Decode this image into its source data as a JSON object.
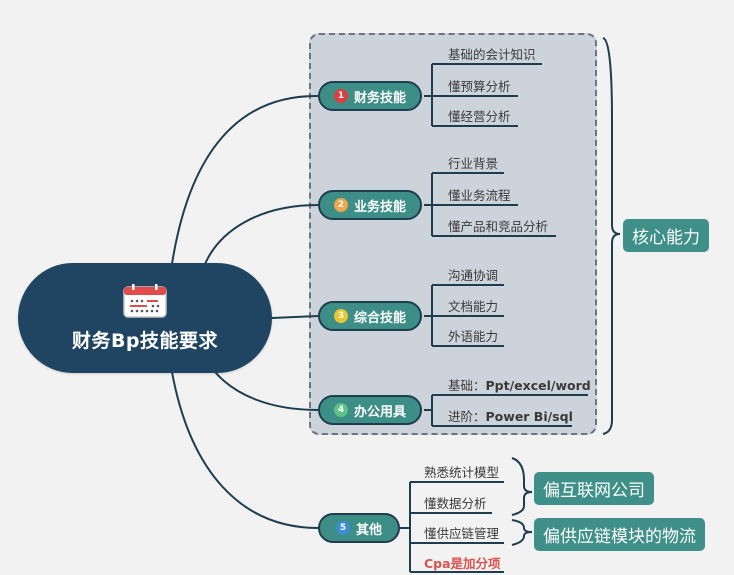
{
  "root": {
    "title": "财务Bp技能要求",
    "icon": "calendar-icon"
  },
  "group_box": {
    "label": "核心能力"
  },
  "branches": [
    {
      "number": "1",
      "label": "财务技能",
      "badge_color": "#e03e3e",
      "leaves": [
        "基础的会计知识",
        "懂预算分析",
        "懂经营分析"
      ]
    },
    {
      "number": "2",
      "label": "业务技能",
      "badge_color": "#f0a64b",
      "leaves": [
        "行业背景",
        "懂业务流程",
        "懂产品和竞品分析"
      ]
    },
    {
      "number": "3",
      "label": "综合技能",
      "badge_color": "#e8c62e",
      "leaves": [
        "沟通协调",
        "文档能力",
        "外语能力"
      ]
    },
    {
      "number": "4",
      "label": "办公用具",
      "badge_color": "#5fc28a",
      "leaves": [
        {
          "prefix": "基础：",
          "value": "Ppt/excel/word"
        },
        {
          "prefix": "进阶：",
          "value": "Power Bi/sql"
        }
      ]
    },
    {
      "number": "5",
      "label": "其他",
      "badge_color": "#3b8fd0",
      "leaves": [
        "熟悉统计模型",
        "懂数据分析",
        "懂供应链管理",
        "Cpa是加分项"
      ]
    }
  ],
  "summaries": [
    {
      "label": "核心能力",
      "covers": "branches 1-4"
    },
    {
      "label": "偏互联网公司",
      "covers": "熟悉统计模型, 懂数据分析"
    },
    {
      "label": "偏供应链模块的物流",
      "covers": "懂供应链管理"
    }
  ],
  "colors": {
    "background": "#f2f2f2",
    "root_fill": "#1f4562",
    "branch_fill": "#3d8e86",
    "line": "#1e3d4f",
    "group_box_fill": "#cdd3da",
    "tag_fill": "#3e9089",
    "highlight_red": "#d9534f"
  }
}
